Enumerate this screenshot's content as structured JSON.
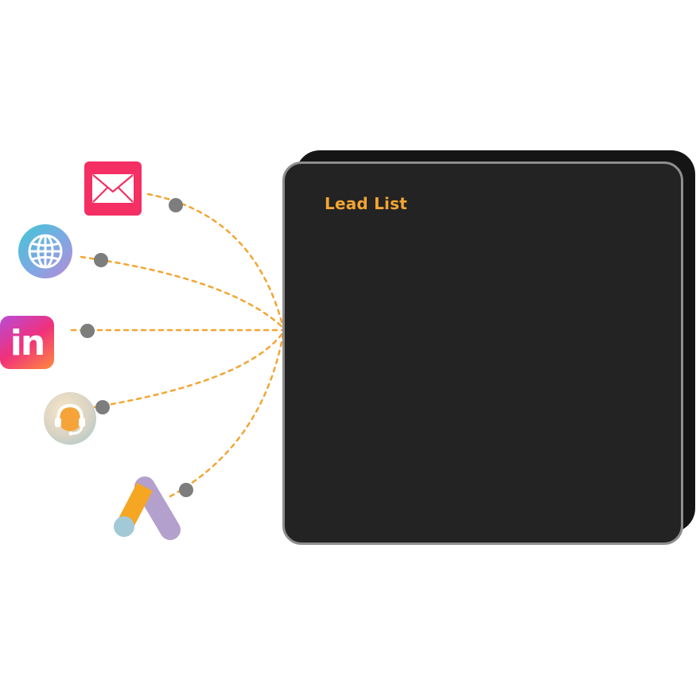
{
  "panel": {
    "title": "Lead List"
  },
  "sources": [
    {
      "name": "email",
      "icon": "envelope-icon",
      "color": "#f42f63"
    },
    {
      "name": "website",
      "icon": "globe-icon",
      "color": "#3fc6d6"
    },
    {
      "name": "linkedin",
      "icon": "linkedin-icon",
      "label": "in",
      "color": "#f0317c"
    },
    {
      "name": "support",
      "icon": "headset-icon",
      "color": "#f3a532"
    },
    {
      "name": "ads",
      "icon": "google-ads-icon",
      "color": "#b3a0cc"
    }
  ],
  "colors": {
    "connector": "#f3a532",
    "node": "#7d7d7d",
    "panel_bg": "#232323",
    "panel_border": "#8e8e8e",
    "title": "#f3a532"
  }
}
